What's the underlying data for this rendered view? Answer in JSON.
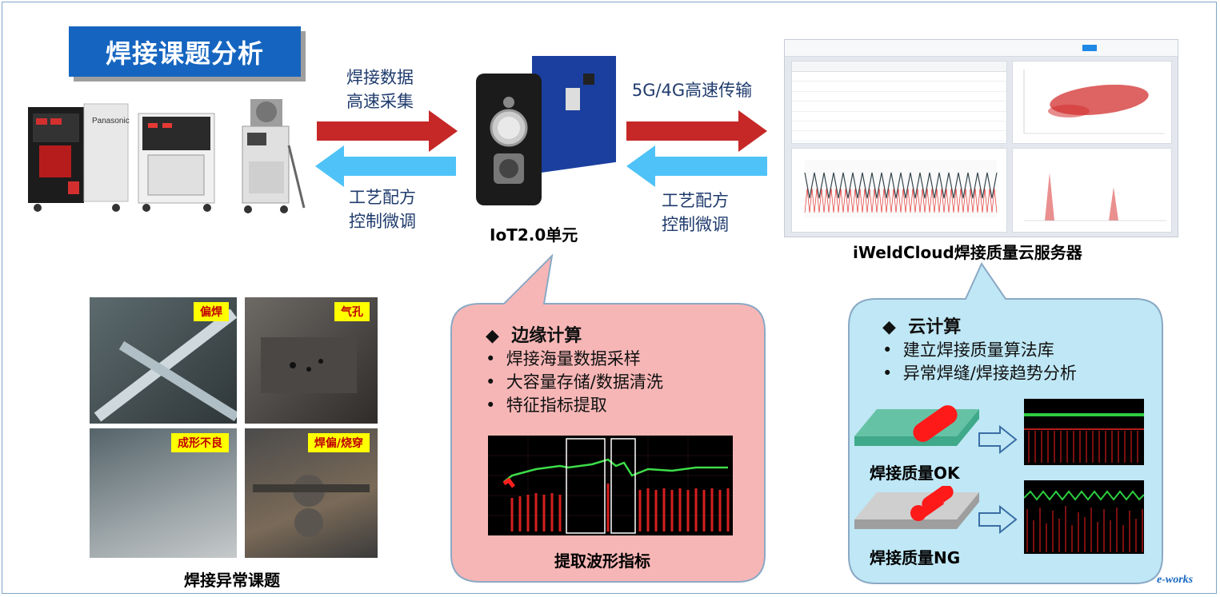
{
  "title": "焊接课题分析",
  "top_left_label_1": "焊接数据",
  "top_left_label_2": "高速采集",
  "bottom_left_label_1": "工艺配方",
  "bottom_left_label_2": "控制微调",
  "top_right_label": "5G/4G高速传输",
  "bottom_right_label_1": "工艺配方",
  "bottom_right_label_2": "控制微调",
  "iot_label": "IoT2.0单元",
  "cloud_label": "iWeldCloud焊接质量云服务器",
  "welder_brand": "Panasonic",
  "defects": {
    "caption": "焊接异常课题",
    "tags": [
      "偏焊",
      "气孔",
      "成形不良",
      "焊偏/烧穿"
    ]
  },
  "edge": {
    "title": "边缘计算",
    "items": [
      "焊接海量数据采样",
      "大容量存储/数据清洗",
      "特征指标提取"
    ],
    "caption": "提取波形指标"
  },
  "cloud": {
    "title": "云计算",
    "items": [
      "建立焊接质量算法库",
      "异常焊缝/焊接趋势分析"
    ],
    "ok_label": "焊接质量OK",
    "ng_label": "焊接质量NG"
  },
  "watermark": "e-works",
  "colors": {
    "title_bg": "#1565c0",
    "red_arrow": "#c62828",
    "blue_arrow": "#4fc3f7",
    "edge_bubble": "#f7b6b6",
    "cloud_bubble": "#bfe7f5"
  }
}
